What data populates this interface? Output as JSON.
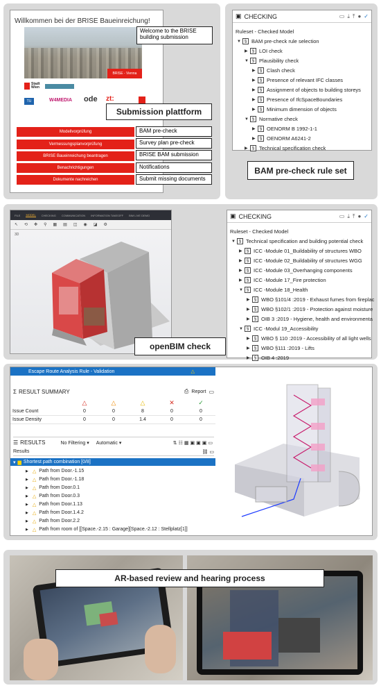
{
  "panel1": {
    "welcome_title": "Willkommen bei der BRISE Baueinreichung!",
    "callout_welcome": "Welcome to the BRISE building submission",
    "brise_tag": "BRISE - Vienna",
    "logos": [
      "Stadt Wien",
      "TU",
      "W4MEDIA",
      "ode",
      "zt:"
    ],
    "submission_label": "Submission plattform",
    "buttons": [
      {
        "de": "Modellvorprüfung",
        "en": "BAM pre-check"
      },
      {
        "de": "Vermessungsplanvorprüfung",
        "en": "Survey plan pre-check"
      },
      {
        "de": "BRISE Baueinreichung beantragen",
        "en": "BRISE BAM submission"
      },
      {
        "de": "Benachrichtigungen",
        "en": "Notifications"
      },
      {
        "de": "Dokumente nachreichen",
        "en": "Submit missing documents"
      }
    ]
  },
  "checking1": {
    "title": "CHECKING",
    "ruleset": "Ruleset - Checked Model",
    "items": [
      {
        "label": "BAM pre-check rule selection",
        "level": 0,
        "open": true
      },
      {
        "label": "LOI check",
        "level": 1,
        "open": false
      },
      {
        "label": "Plausibility check",
        "level": 1,
        "open": true
      },
      {
        "label": "Clash check",
        "level": 2,
        "open": false
      },
      {
        "label": "Presence of relevant IFC classes",
        "level": 2,
        "open": false
      },
      {
        "label": "Assignment of objects to building storeys",
        "level": 2,
        "open": false
      },
      {
        "label": "Presence of IfcSpaceBoundaries",
        "level": 2,
        "open": false
      },
      {
        "label": "Minimum dimension of objects",
        "level": 2,
        "open": false
      },
      {
        "label": "Normative check",
        "level": 1,
        "open": true
      },
      {
        "label": "OENORM B 1992-1-1",
        "level": 2,
        "open": false
      },
      {
        "label": "OENORM A6241-2",
        "level": 2,
        "open": false
      },
      {
        "label": "Technical specification check",
        "level": 1,
        "open": false
      }
    ],
    "caption": "BAM pre-check rule set"
  },
  "viewer": {
    "tabs": [
      "FILE",
      "MODEL",
      "CHECKING",
      "COMMUNICATION",
      "INFORMATION TAKEOFF",
      "BIM LIVE DEMO"
    ],
    "active_tab": "MODEL",
    "view_3d": "3D",
    "caption": "openBIM check"
  },
  "checking2": {
    "title": "CHECKING",
    "ruleset": "Ruleset - Checked Model",
    "items": [
      {
        "label": "Technical specification and building potential check",
        "level": 0,
        "open": true
      },
      {
        "label": "ICC -Module 01_Buildability of structures WBO",
        "level": 1,
        "open": false
      },
      {
        "label": "ICC -Module 02_Buildability of structures WGG",
        "level": 1,
        "open": false
      },
      {
        "label": "ICC -Module 03_Overhanging components",
        "level": 1,
        "open": false
      },
      {
        "label": "ICC -Module 17_Fire protection",
        "level": 1,
        "open": false
      },
      {
        "label": "ICC -Module 18_Health",
        "level": 1,
        "open": true
      },
      {
        "label": "WBO §101/4 :2019 - Exhaust fumes from fireplac",
        "level": 2,
        "open": false
      },
      {
        "label": "WBO §102/1 :2019 - Protection against moisture",
        "level": 2,
        "open": false
      },
      {
        "label": "OIB 3 :2019 - Hygiene, health and environmenta",
        "level": 2,
        "open": false
      },
      {
        "label": "ICC -Modul 19_Accessibility",
        "level": 1,
        "open": true
      },
      {
        "label": "WBO § 110 :2019 - Accessibility of all light wells",
        "level": 2,
        "open": false
      },
      {
        "label": "WBO §111 :2019 - Lifts",
        "level": 2,
        "open": false
      },
      {
        "label": "OIB 4 :2019",
        "level": 2,
        "open": false
      }
    ]
  },
  "results": {
    "rule_bar": "Escape Route Analysis Rule - Validation",
    "summary_title": "RESULT SUMMARY",
    "report_label": "Report",
    "rows": [
      {
        "label": "Issue Count",
        "values": [
          "0",
          "0",
          "8",
          "0",
          "0"
        ]
      },
      {
        "label": "Issue Density",
        "values": [
          "0",
          "0",
          "1.4",
          "0",
          "0"
        ]
      }
    ],
    "results_title": "RESULTS",
    "filter": "No Filtering",
    "mode": "Automatic",
    "results_label": "Results",
    "group": "Shortest path combination [0/8]",
    "paths": [
      "Path from Door.-1.15",
      "Path from Door.-1.18",
      "Path from Door.0.1",
      "Path from Door.0.3",
      "Path from Door.1.13",
      "Path from Door.1.4.2",
      "Path from Door.2.2",
      "Path from room of [[Space.-2.15 : Garage][Space.-2.12 : Stellplatz[1]]"
    ]
  },
  "ar": {
    "caption": "AR-based review and hearing process"
  }
}
